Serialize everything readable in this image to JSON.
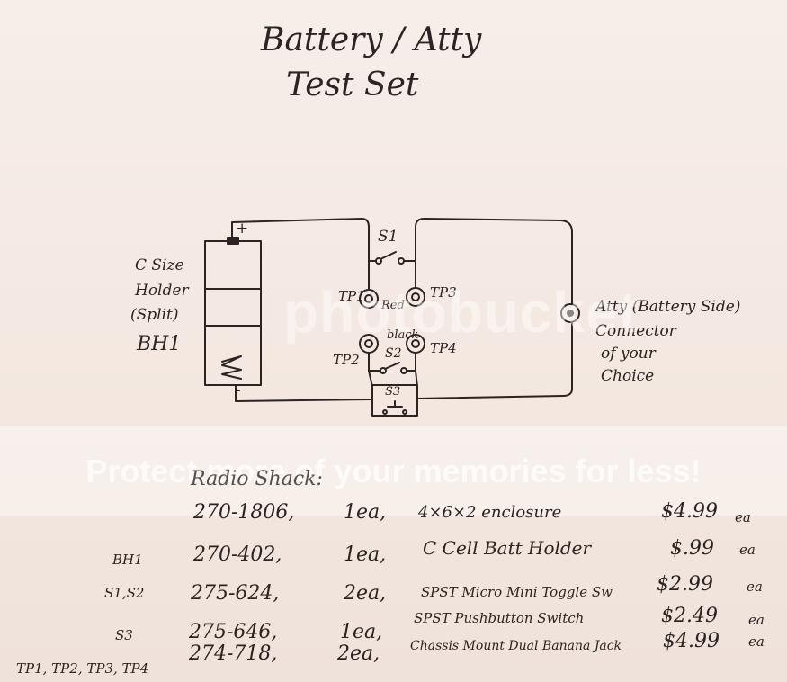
{
  "title": {
    "line1": "Battery / Atty",
    "line2": "Test Set"
  },
  "diagram": {
    "holder": {
      "line1": "C Size",
      "line2": "Holder",
      "line3": "(Split)",
      "ref": "BH1"
    },
    "plus": "+",
    "minus": "-",
    "switch_s1": "S1",
    "switch_s2": "S2",
    "switch_s3": "S3",
    "tp1": "TP1",
    "tp2": "TP2",
    "tp3": "TP3",
    "tp4": "TP4",
    "red": "Red",
    "black": "black",
    "connector": {
      "line1": "Atty (Battery Side)",
      "line2": "Connector",
      "line3": "of your",
      "line4": "Choice"
    }
  },
  "parts_list": {
    "header": "Radio Shack:",
    "rows": [
      {
        "ref": "",
        "part": "270-1806,",
        "qty": "1ea,",
        "desc": "4×6×2 enclosure",
        "price": "$4.99",
        "unit": "ea"
      },
      {
        "ref": "BH1",
        "part": "270-402,",
        "qty": "1ea,",
        "desc": "C Cell Batt Holder",
        "price": "$.99",
        "unit": "ea"
      },
      {
        "ref": "S1,S2",
        "part": "275-624,",
        "qty": "2ea,",
        "desc": "SPST Micro Mini Toggle Sw",
        "price": "$2.99",
        "unit": "ea"
      },
      {
        "ref": "S3",
        "part": "275-646,",
        "qty": "1ea,",
        "desc": "SPST Pushbutton Switch",
        "price": "$2.49",
        "unit": "ea"
      },
      {
        "ref": "TP1, TP2, TP3, TP4",
        "part": "274-718,",
        "qty": "2ea,",
        "desc": "Chassis Mount Dual Banana Jack",
        "price": "$4.99",
        "unit": "ea"
      }
    ]
  },
  "watermark": {
    "logo": "photobucket",
    "tagline": "Protect more of your memories for less!"
  },
  "colors": {
    "ink": "#2b2422",
    "paper": "#f6ece6"
  }
}
